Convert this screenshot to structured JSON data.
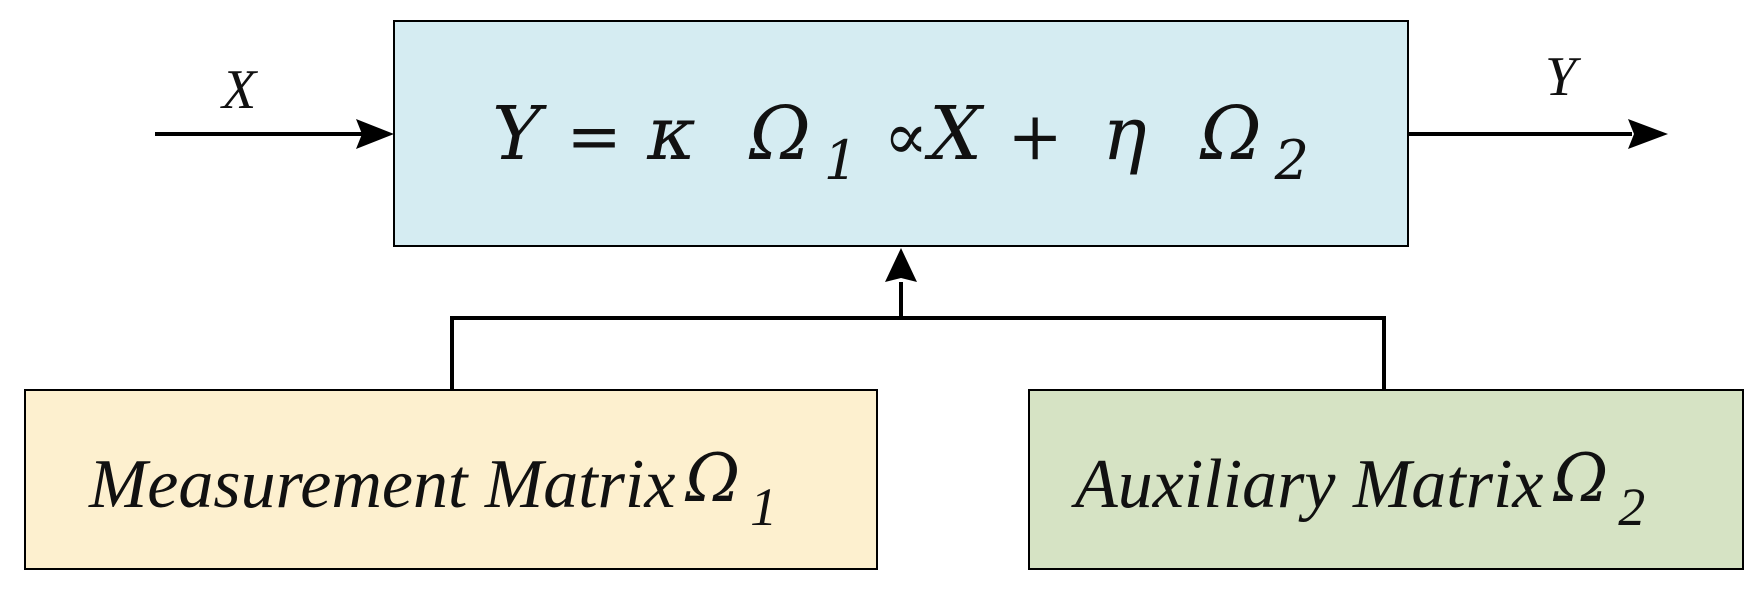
{
  "diagram": {
    "input_label": "X",
    "output_label": "Y",
    "main_block": {
      "fill_color": "#D5ECF2",
      "formula": {
        "lhs": "Y",
        "equals": "=",
        "kappa": "κ",
        "omega1": "Ω",
        "omega1_sub": "1",
        "propto": "∝",
        "x": "X",
        "plus": "+",
        "eta": "η",
        "omega2": "Ω",
        "omega2_sub": "2"
      }
    },
    "measurement_block": {
      "fill_color": "#FDF0CF",
      "text": "Measurement Matrix",
      "symbol": "Ω",
      "subscript": "1"
    },
    "auxiliary_block": {
      "fill_color": "#D6E3C4",
      "text": "Auxiliary Matrix",
      "symbol": "Ω",
      "subscript": "2"
    }
  }
}
